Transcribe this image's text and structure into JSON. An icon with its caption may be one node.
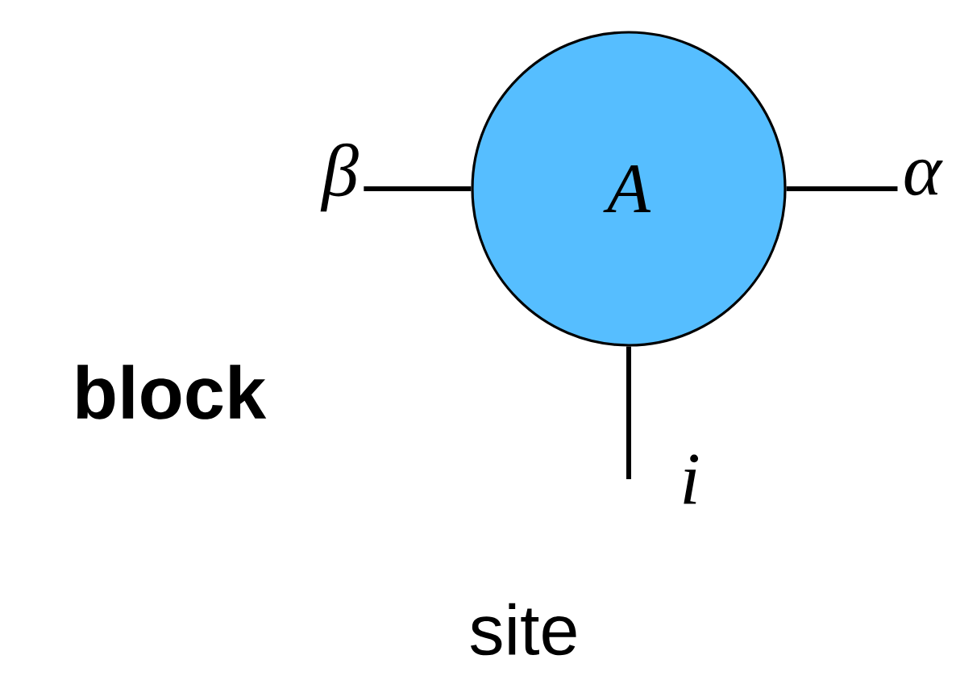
{
  "diagram": {
    "nodes": [
      {
        "text": [
          "A"
        ]
      },
      {
        "text": [
          "β"
        ]
      },
      {
        "text": [
          "α"
        ]
      },
      {
        "text": [
          "i"
        ]
      }
    ],
    "edges": [
      {
        "from": 0,
        "to": 1,
        "arrow": "none"
      },
      {
        "from": 0,
        "to": 2,
        "arrow": "none"
      },
      {
        "from": 0,
        "to": 3,
        "arrow": "none"
      }
    ],
    "labels": [
      "block",
      "site"
    ]
  }
}
